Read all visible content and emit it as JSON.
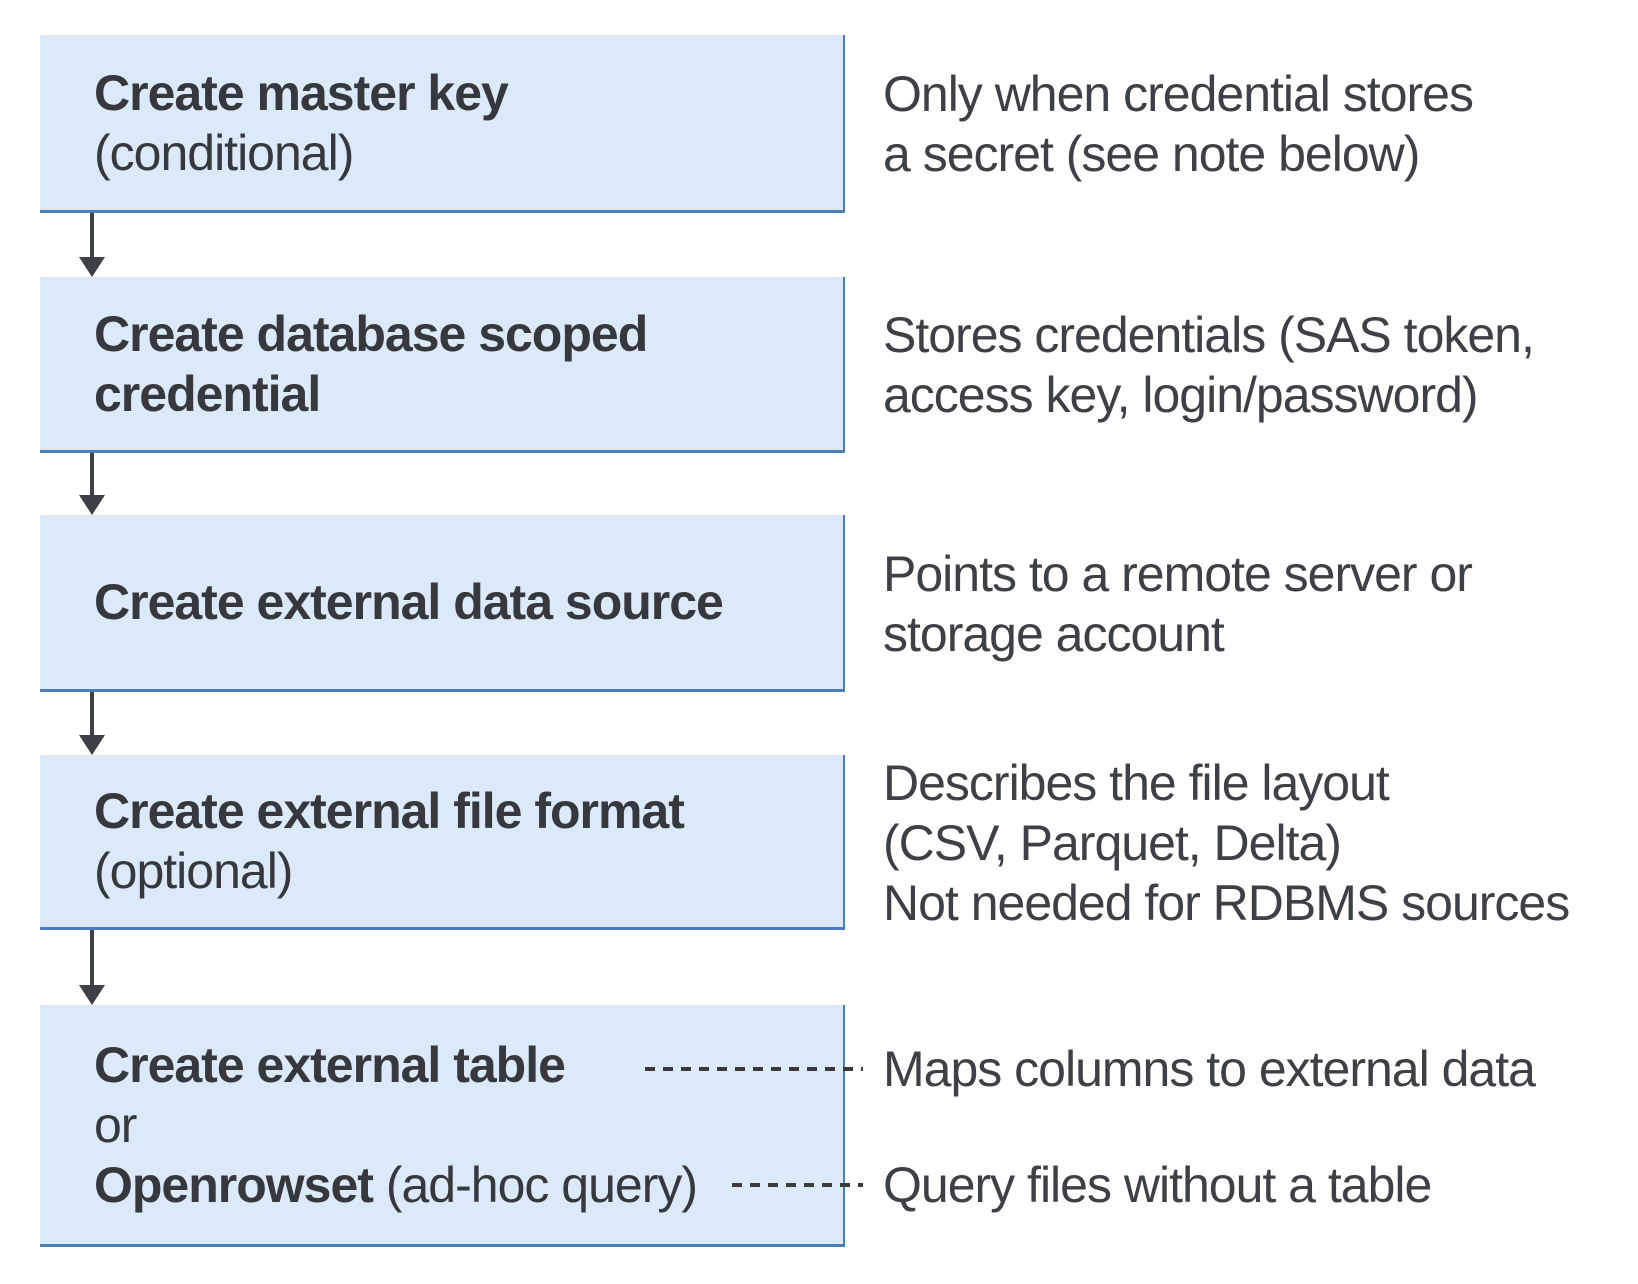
{
  "diagram": {
    "steps": [
      {
        "title": "Create master key",
        "subtitle": "(conditional)",
        "description": [
          "Only when credential stores",
          "a secret (see note below)"
        ]
      },
      {
        "title": "Create database scoped credential",
        "description": [
          "Stores credentials (SAS token,",
          "access key, login/password)"
        ]
      },
      {
        "title": "Create external data source",
        "description": [
          "Points to a remote server or",
          "storage account"
        ]
      },
      {
        "title": "Create external file format",
        "subtitle": "(optional)",
        "description": [
          "Describes the file layout",
          "(CSV, Parquet, Delta)",
          "Not needed for RDBMS sources"
        ]
      },
      {
        "title": "Create external table",
        "or_label": "or",
        "alt_title": "Openrowset",
        "alt_title_suffix": " (ad-hoc query)",
        "annotations": [
          "Maps columns to external data",
          "Query files without a table"
        ]
      }
    ],
    "colors": {
      "box_fill": "#dce9f8",
      "box_border": "#4a7ebb",
      "title_text": "#35383d",
      "description_text": "#3d4045",
      "arrow": "#3d4147",
      "dash": "#3a3a3a"
    }
  }
}
